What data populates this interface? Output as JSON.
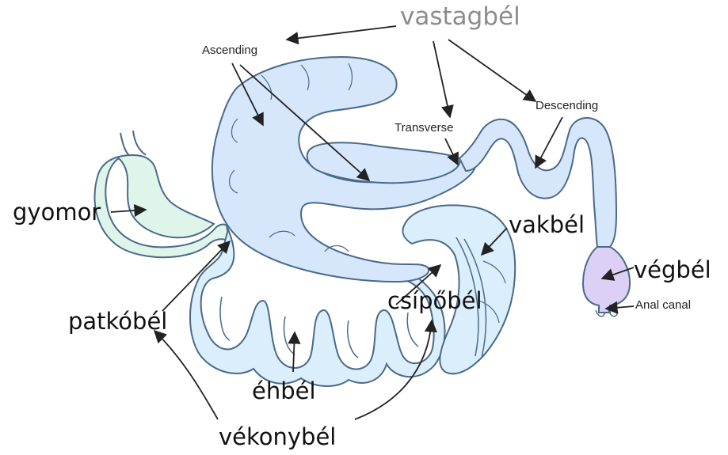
{
  "labels": {
    "vastagbel": "vastagbél",
    "ascending": "Ascending",
    "transverse": "Transverse",
    "descending": "Descending",
    "gyomor": "gyomor",
    "vakbel": "vakbél",
    "vegbel": "végbél",
    "anal_canal": "Anal canal",
    "csipobel": "csípőbél",
    "patkobel": "patkóbél",
    "ehbel": "éhbél",
    "vekonybel": "vékonybél"
  },
  "colors": {
    "stomach": "#dff5ea",
    "intestine": "#d6e6fb",
    "small_intestine": "#dbeefb",
    "rectum": "#ddd0f5",
    "outline": "#4a6a8a",
    "arrow": "#222222"
  }
}
